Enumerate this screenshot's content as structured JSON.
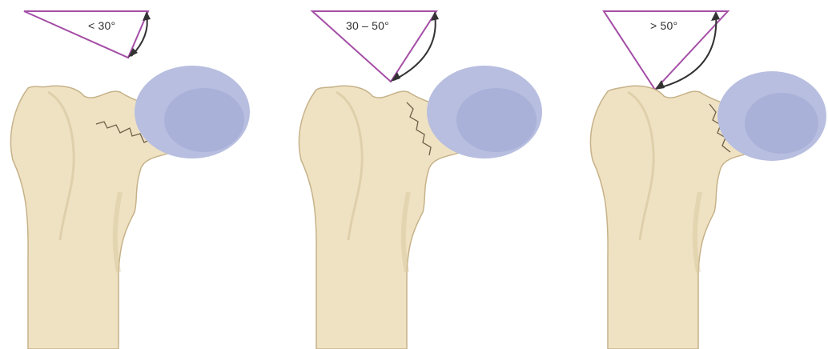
{
  "figure": {
    "panels": [
      {
        "angle_label": "< 30°"
      },
      {
        "angle_label": "30 – 50°"
      },
      {
        "angle_label": "> 50°"
      }
    ],
    "colors": {
      "bone": "#efe2c3",
      "bone_shadow": "#d9c7a0",
      "bone_outline": "#c6b289",
      "femoral_head": "#b7bedf",
      "femoral_head_shadow": "#8f98c8",
      "angle_line": "#a44ea6",
      "arrow": "#333333",
      "fracture_line": "#6b5e45"
    }
  }
}
